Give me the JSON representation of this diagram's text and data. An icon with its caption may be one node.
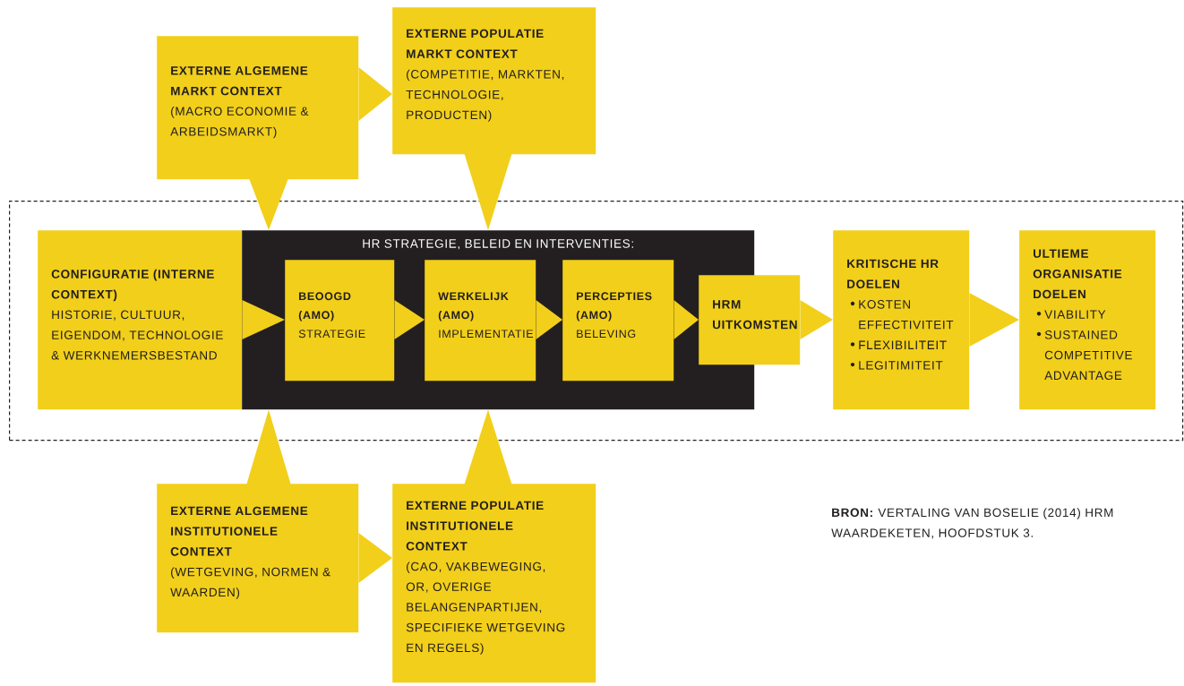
{
  "diagram": {
    "nodes": [
      {
        "text": [
          "EXTERNE ALGEMENE MARKT CONTEXT",
          "(MACRO ECONOMIE & ARBEIDSMARKT)"
        ]
      },
      {
        "text": [
          "EXTERNE POPULATIE MARKT CONTEXT",
          "(COMPETITIE, MARKTEN, TECHNOLOGIE, PRODUCTEN)"
        ]
      },
      {
        "text": [],
        "shape": "box"
      },
      {
        "text": [
          "CONFIGURATIE (INTERNE CONTEXT)",
          "HISTORIE, CULTUUR, EIGENDOM, TECHNOLOGIE & WERKNEMERSBESTAND"
        ],
        "in": 2
      },
      {
        "text": [
          "HR STRATEGIE, BELEID EN INTERVENTIES:"
        ],
        "in": 2
      },
      {
        "text": [
          "BEOOGD (AMO)",
          "STRATEGIE"
        ],
        "in": 4
      },
      {
        "text": [
          "WERKELIJK (AMO)",
          "IMPLEMENTATIE"
        ],
        "in": 4
      },
      {
        "text": [
          "PERCEPTIES (AMO)",
          "BELEVING"
        ],
        "in": 4
      },
      {
        "text": [
          "HRM UITKOMSTEN"
        ],
        "in": 2
      },
      {
        "text": [
          "KRITISCHE HR DOELEN",
          "KOSTEN EFFECTIVITEIT",
          "FLEXIBILITEIT",
          "LEGITIMITEIT"
        ],
        "in": 2
      },
      {
        "text": [
          "ULTIEME ORGANISATIE DOELEN",
          "VIABILITY",
          "SUSTAINED COMPETITIVE ADVANTAGE"
        ],
        "in": 2
      },
      {
        "text": [
          "EXTERNE ALGEMENE INSTITUTIONELE CONTEXT",
          "(WETGEVING, NORMEN & WAARDEN)"
        ]
      },
      {
        "text": [
          "EXTERNE POPULATIE INSTITUTIONELE CONTEXT",
          "(CAO, VAKBEWEGING, OR, OVERIGE BELANGENPARTIJEN, SPECIFIEKE WETGEVING EN REGELS)"
        ]
      }
    ],
    "edges": [
      {
        "from": 0,
        "to": 1,
        "arrow": "to"
      },
      {
        "from": 0,
        "to": 4,
        "arrow": "to"
      },
      {
        "from": 1,
        "to": 4,
        "arrow": "to"
      },
      {
        "from": 3,
        "to": 5,
        "arrow": "to"
      },
      {
        "from": 5,
        "to": 6,
        "arrow": "to"
      },
      {
        "from": 6,
        "to": 7,
        "arrow": "to"
      },
      {
        "from": 7,
        "to": 8,
        "arrow": "to"
      },
      {
        "from": 8,
        "to": 9,
        "arrow": "to"
      },
      {
        "from": 9,
        "to": 10,
        "arrow": "to"
      },
      {
        "from": 11,
        "to": 4,
        "arrow": "to"
      },
      {
        "from": 12,
        "to": 4,
        "arrow": "to"
      },
      {
        "from": 11,
        "to": 12,
        "arrow": "to"
      }
    ],
    "labels": [
      "**BRON:** VERTALING VAN BOSELIE (2014) HRM WAARDEKETEN, HOOFDSTUK 3."
    ]
  }
}
